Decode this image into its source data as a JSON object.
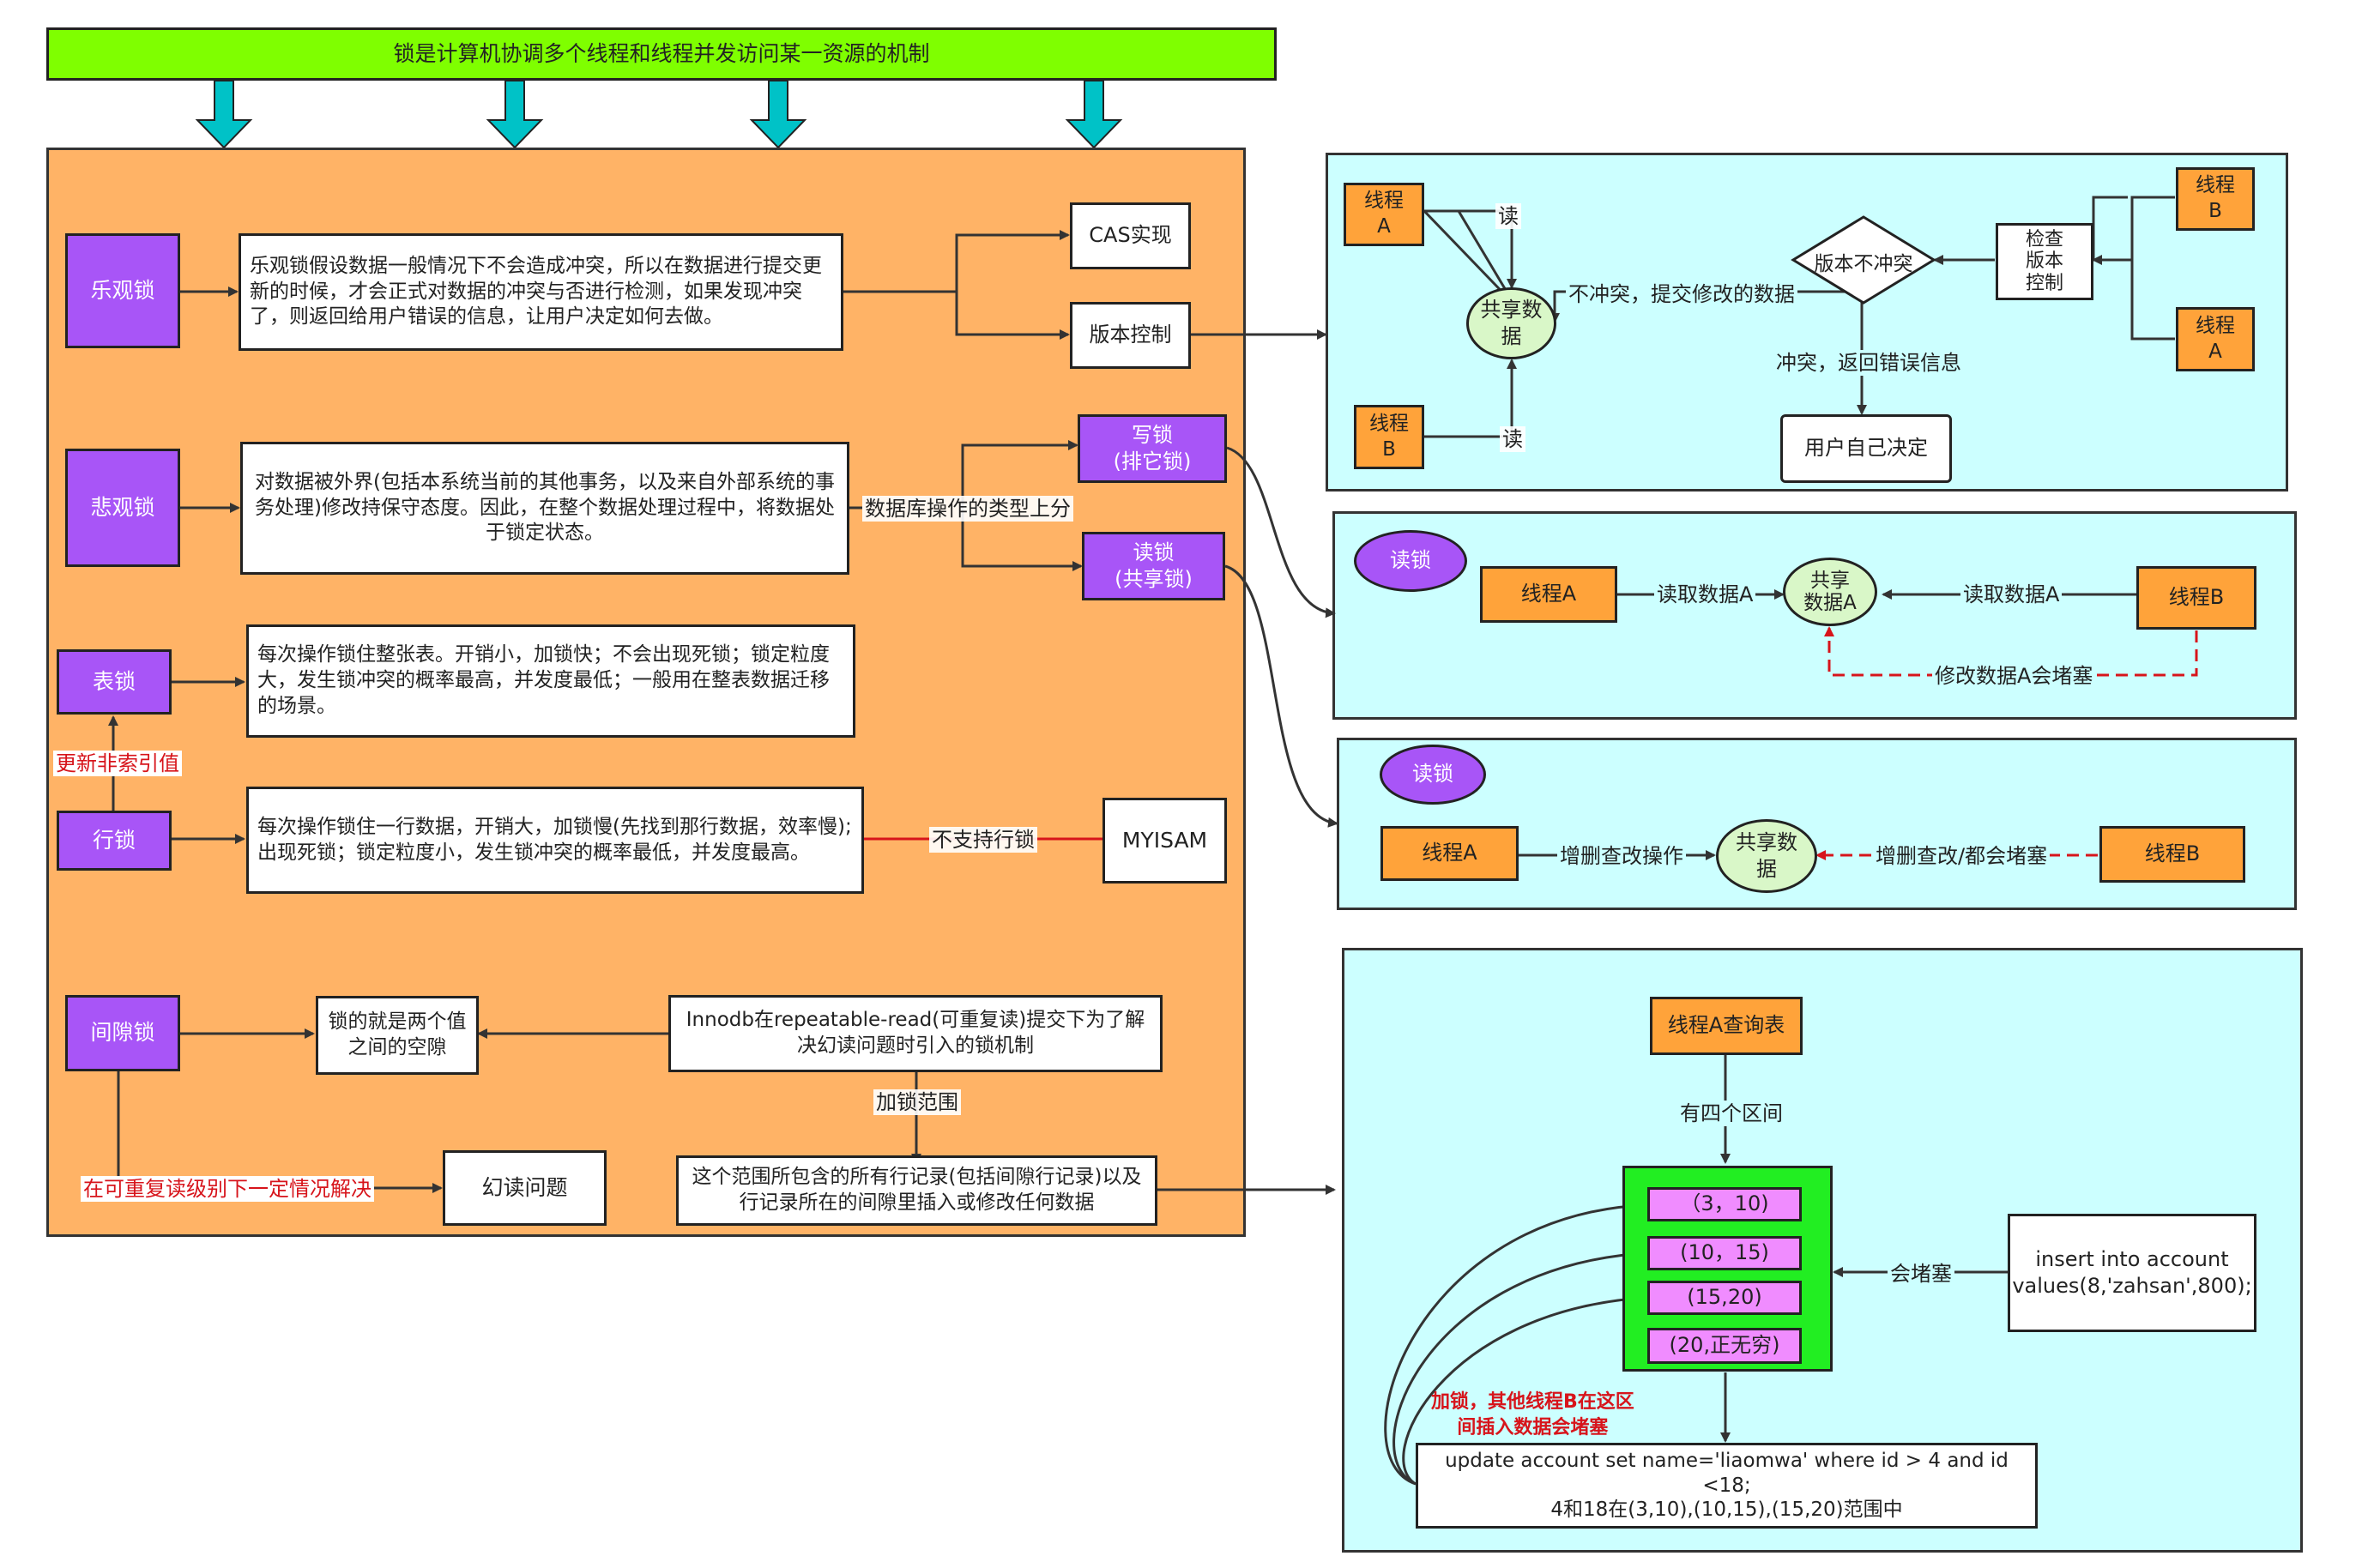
{
  "banner": "锁是计算机协调多个线程和线程并发访问某一资源的机制",
  "left": {
    "optimistic": {
      "title": "乐观锁",
      "desc": "乐观锁假设数据一般情况下不会造成冲突，所以在数据进行提交更新的时候，才会正式对数据的冲突与否进行检测，如果发现冲突了，则返回给用户错误的信息，让用户决定如何去做。",
      "cas": "CAS实现",
      "version": "版本控制"
    },
    "pessimistic": {
      "title": "悲观锁",
      "desc": "对数据被外界(包括本系统当前的其他事务，以及来自外部系统的事务处理)修改持保守态度。因此，在整个数据处理过程中，将数据处于锁定状态。",
      "type_label": "数据库操作的类型上分",
      "write_lock": "写锁\n(排它锁)",
      "read_lock": "读锁\n(共享锁)"
    },
    "table_lock": {
      "title": "表锁",
      "desc": "每次操作锁住整张表。开销小，加锁快；不会出现死锁；锁定粒度大，发生锁冲突的概率最高，并发度最低；一般用在整表数据迁移的场景。"
    },
    "update_non_index": "更新非索引值",
    "row_lock": {
      "title": "行锁",
      "desc": "每次操作锁住一行数据，开销大，加锁慢(先找到那行数据，效率慢);出现死锁；锁定粒度小，发生锁冲突的概率最低，并发度最高。",
      "myisam": "MYISAM",
      "not_supported": "不支持行锁"
    },
    "gap_lock": {
      "title": "间隙锁",
      "desc": "锁的就是两个值之间的空隙",
      "innodb": "Innodb在repeatable-read(可重复读)提交下为了解决幻读问题时引入的锁机制",
      "range_label": "加锁范围",
      "range_desc": "这个范围所包含的所有行记录(包括间隙行记录)以及行记录所在的间隙里插入或修改任何数据",
      "solve_label": "在可重复读级别下一定情况解决",
      "phantom": "幻读问题"
    }
  },
  "version_panel": {
    "threadA_left": "线程\nA",
    "threadB_left": "线程\nB",
    "read1": "读",
    "read2": "读",
    "shared": "共享数\n据",
    "decision": "版本不冲突",
    "no_conflict": "不冲突，提交修改的数据",
    "conflict": "冲突，返回错误信息",
    "user_decide": "用户自己决定",
    "check": "检查\n版本\n控制",
    "threadB_right": "线程\nB",
    "threadA_right": "线程\nA"
  },
  "read_panel": {
    "tag": "读锁",
    "threadA": "线程A",
    "read_a": "读取数据A",
    "shared": "共享\n数据A",
    "read_b": "读取数据A",
    "threadB": "线程B",
    "modify": "修改数据A会堵塞"
  },
  "write_panel": {
    "tag": "读锁",
    "threadA": "线程A",
    "crud": "增删查改操作",
    "shared": "共享数\n据",
    "blocked": "增删查改/都会堵塞",
    "threadB": "线程B"
  },
  "gap_panel": {
    "query": "线程A查询表",
    "intervals_label": "有四个区间",
    "intervals": [
      "（3，10)",
      "(10，15)",
      "(15,20)",
      "(20,正无穷)"
    ],
    "insert_sql": "insert into account\nvalues(8,'zahsan',800);",
    "block_label": "会堵塞",
    "lock_note": "加锁，其他线程B在这区\n间插入数据会堵塞",
    "update_sql": "update account set name='liaomwa' where id > 4 and id <18;\n4和18在(3,10),(10,15),(15,20)范围中"
  },
  "colors": {
    "banner": "#7fff00",
    "left_panel": "#ffb366",
    "right_panel": "#ccffff",
    "purple": "#a855f7",
    "orange": "#ffa33a",
    "green_box": "#22ee22",
    "pink": "#f08cff",
    "arrow_teal": "#00c2c7",
    "red": "#d7141b"
  }
}
